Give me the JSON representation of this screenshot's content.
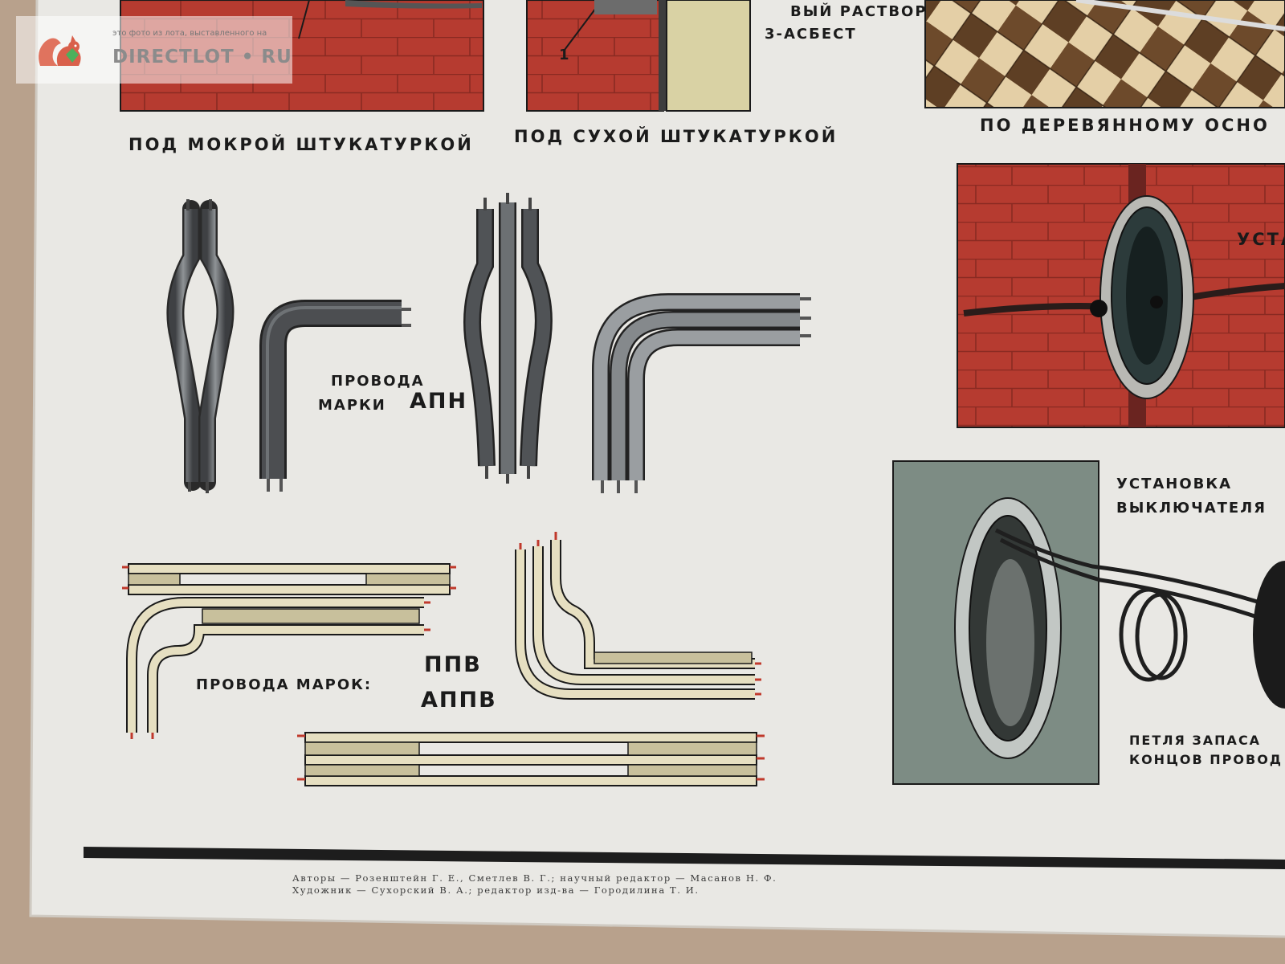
{
  "poster": {
    "top_labels": {
      "wet_plaster": "ПОД МОКРОЙ ШТУКАТУРКОЙ",
      "dry_plaster": "ПОД СУХОЙ ШТУКАТУРКОЙ",
      "wood_base": "ПО ДЕРЕВЯННОМУ ОСНО"
    },
    "legend": {
      "line1": "ВЫЙ РАСТВОР",
      "line2": "3-АСБЕСТ"
    },
    "callout_number": "1",
    "socket_install_label": "УСТА",
    "apn_label": {
      "line1": "ПРОВОДА",
      "line2": "МАРКИ",
      "brand": "АПН"
    },
    "ppv_label": {
      "prefix": "ПРОВОДА МАРОК:",
      "brand1": "ППВ",
      "brand2": "АППВ"
    },
    "switch_label": {
      "line1": "УСТАНОВКА",
      "line2": "ВЫКЛЮЧАТЕЛЯ"
    },
    "loop_label": {
      "line1": "ПЕТЛЯ ЗАПАСА",
      "line2": "КОНЦОВ ПРОВОД"
    },
    "credits": {
      "line1": "Авторы — Розенштейн Г. Е., Сметлев В. Г.; научный редактор — Масанов Н. Ф.",
      "line2": "Художник — Сухорский В. А.; редактор изд-ва — Городилина Т. И."
    }
  },
  "watermark": {
    "caption": "это фото из лота, выставленного на",
    "brand": "DIRECTLOT • RU"
  },
  "colors": {
    "paper": "#e9e8e4",
    "brick": "#b23a2f",
    "wire_dark": "#55575a",
    "wire_cream": "#e6dfc1",
    "plaster_green": "#7d8c84"
  }
}
